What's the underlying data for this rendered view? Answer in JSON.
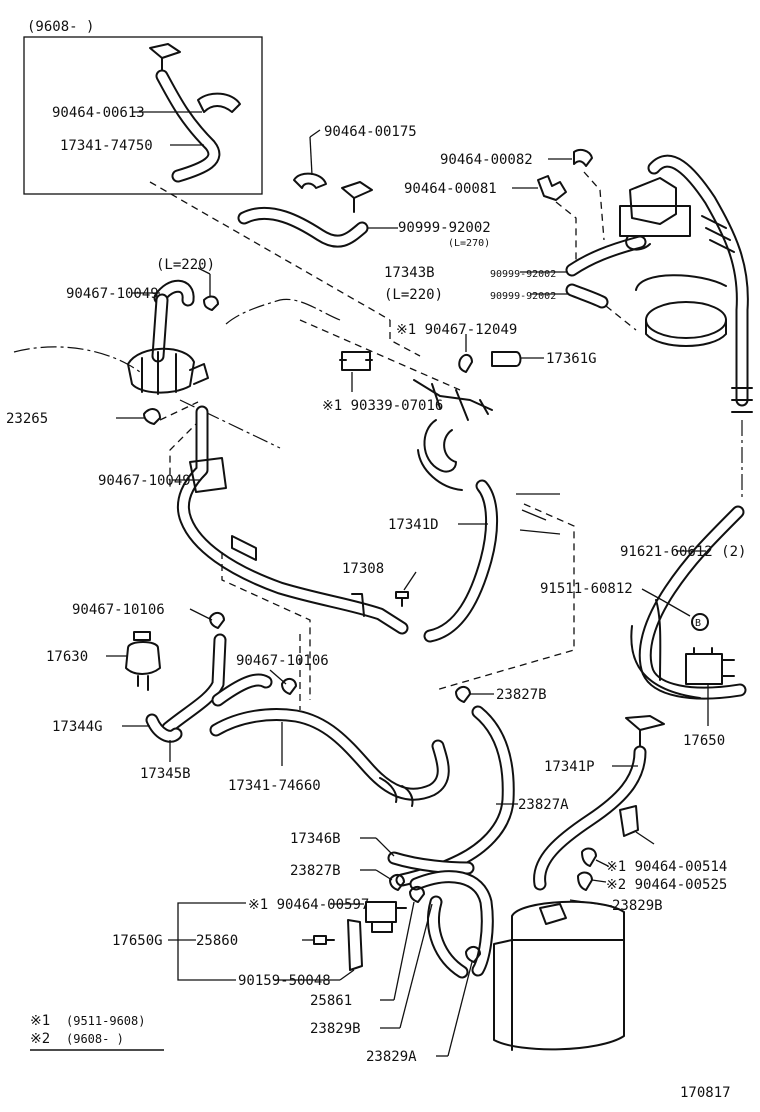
{
  "inset": {
    "label": "(9608-      )"
  },
  "parts": [
    {
      "id": "p1",
      "text": "90464-00613"
    },
    {
      "id": "p2",
      "text": "17341-74750"
    },
    {
      "id": "p3",
      "text": "90464-00175"
    },
    {
      "id": "p4",
      "text": "90464-00082"
    },
    {
      "id": "p5",
      "text": "90464-00081"
    },
    {
      "id": "p6",
      "text": "90999-92002"
    },
    {
      "id": "p6b",
      "text": "(L=270)"
    },
    {
      "id": "p7",
      "text": "90467-10049"
    },
    {
      "id": "p8",
      "text": "17343B"
    },
    {
      "id": "p9",
      "text": "90999-92002"
    },
    {
      "id": "p9b",
      "text": "(L=220)"
    },
    {
      "id": "p10",
      "text": "90999-92002"
    },
    {
      "id": "p10b",
      "text": "(L=220)"
    },
    {
      "id": "p11",
      "text": "※1 90467-12049"
    },
    {
      "id": "p12",
      "text": "※1 90339-07016"
    },
    {
      "id": "p13",
      "text": "23265"
    },
    {
      "id": "p14",
      "text": "90467-10049"
    },
    {
      "id": "p15",
      "text": "17361G"
    },
    {
      "id": "p16",
      "text": "17341D"
    },
    {
      "id": "p17",
      "text": "17308"
    },
    {
      "id": "p18",
      "text": "91621-60612 (2)"
    },
    {
      "id": "p19",
      "text": "91511-60812"
    },
    {
      "id": "p20",
      "text": "90467-10106"
    },
    {
      "id": "p21",
      "text": "17630"
    },
    {
      "id": "p22",
      "text": "90467-10106"
    },
    {
      "id": "p23",
      "text": "23827B"
    },
    {
      "id": "p24",
      "text": "17650"
    },
    {
      "id": "p25",
      "text": "17344G"
    },
    {
      "id": "p26",
      "text": "17345B"
    },
    {
      "id": "p27",
      "text": "17341-74660"
    },
    {
      "id": "p28",
      "text": "17341P"
    },
    {
      "id": "p29",
      "text": "23827A"
    },
    {
      "id": "p30",
      "text": "17346B"
    },
    {
      "id": "p31",
      "text": "23827B"
    },
    {
      "id": "p32",
      "text": "※1 90464-00514"
    },
    {
      "id": "p33",
      "text": "※2 90464-00525"
    },
    {
      "id": "p34",
      "text": "※1 90464-00597"
    },
    {
      "id": "p35",
      "text": "17650G"
    },
    {
      "id": "p36",
      "text": "25860"
    },
    {
      "id": "p37",
      "text": "90159-50048"
    },
    {
      "id": "p38",
      "text": "25861"
    },
    {
      "id": "p39",
      "text": "23829B"
    },
    {
      "id": "p40",
      "text": "23829A"
    },
    {
      "id": "p41",
      "text": "23829B"
    }
  ],
  "legend": [
    {
      "mark": "※1",
      "text": "(9511-9608)"
    },
    {
      "mark": "※2",
      "text": "(9608-      )"
    }
  ],
  "marker_b": "B",
  "figure_number": "170817"
}
